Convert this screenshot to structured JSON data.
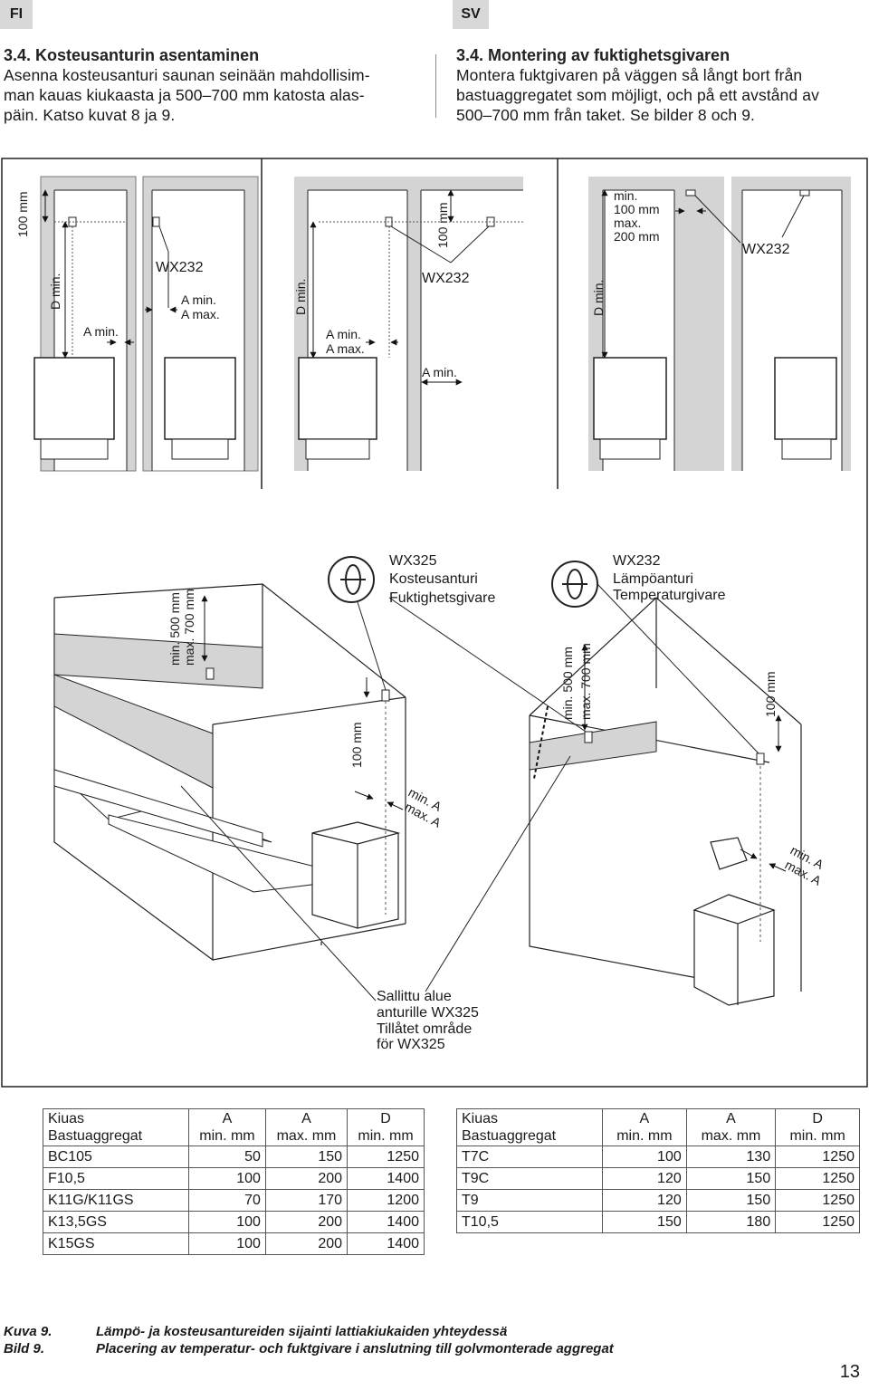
{
  "header": {
    "fi_tab": "FI",
    "sv_tab": "SV"
  },
  "fi": {
    "heading": "3.4. Kosteusanturin asentaminen",
    "lines": [
      "Asenna kosteusanturi saunan seinään mahdollisim-",
      "man kauas kiukaasta ja 500–700 mm katosta alas-",
      "päin. Katso kuvat 8 ja 9."
    ]
  },
  "sv": {
    "heading": "3.4. Montering av fuktighetsgivaren",
    "lines": [
      "Montera fuktgivaren på väggen så långt bort från",
      "bastuaggregatet som möjligt, och på ett avstånd av",
      "500–700 mm från taket. Se bilder 8 och 9."
    ]
  },
  "diagram_top": {
    "p1": {
      "dim_100": "100 mm",
      "d_min": "D min.",
      "a_min": "A min.",
      "sensor": "WX232",
      "a_min2": "A min.",
      "a_max2": "A max."
    },
    "p2": {
      "d_min": "D min.",
      "a_min": "A min.",
      "a_max": "A max.",
      "dim_100": "100 mm",
      "sensor": "WX232",
      "a_min2": "A min."
    },
    "p3": {
      "d_min": "D min.",
      "min_label": "min.",
      "min_val": "100 mm",
      "max_label": "max.",
      "max_val": "200 mm",
      "sensor": "WX232"
    }
  },
  "diagram_bottom": {
    "left_dim_min": "min. 500 mm",
    "left_dim_max": "max. 700 mm",
    "wx325_lines": [
      "WX325",
      "Kosteusanturi",
      "Fuktighetsgivare"
    ],
    "wx232_lines": [
      "WX232",
      "Lämpöanturi",
      "Temperaturgivare"
    ],
    "dim_100_left": "100 mm",
    "left_min_a": "min. A",
    "left_max_a": "max. A",
    "right_dim_min": "min. 500 mm",
    "right_dim_max": "max. 700 mm",
    "dim_100_right": "100 mm",
    "right_min_a": "min. A",
    "right_max_a": "max. A",
    "allowed_lines": [
      "Sallittu alue",
      "anturille WX325",
      "Tillåtet område",
      "för WX325"
    ]
  },
  "table_left": {
    "headers": [
      [
        "Kiuas",
        "Bastuaggregat"
      ],
      [
        "A",
        "min. mm"
      ],
      [
        "A",
        "max. mm"
      ],
      [
        "D",
        "min. mm"
      ]
    ],
    "rows": [
      [
        "BC105",
        "50",
        "150",
        "1250"
      ],
      [
        "F10,5",
        "100",
        "200",
        "1400"
      ],
      [
        "K11G/K11GS",
        "70",
        "170",
        "1200"
      ],
      [
        "K13,5GS",
        "100",
        "200",
        "1400"
      ],
      [
        "K15GS",
        "100",
        "200",
        "1400"
      ]
    ]
  },
  "table_right": {
    "headers": [
      [
        "Kiuas",
        "Bastuaggregat"
      ],
      [
        "A",
        "min. mm"
      ],
      [
        "A",
        "max. mm"
      ],
      [
        "D",
        "min. mm"
      ]
    ],
    "rows": [
      [
        "T7C",
        "100",
        "130",
        "1250"
      ],
      [
        "T9C",
        "120",
        "150",
        "1250"
      ],
      [
        "T9",
        "120",
        "150",
        "1250"
      ],
      [
        "T10,5",
        "150",
        "180",
        "1250"
      ]
    ]
  },
  "captions": {
    "fi_num": "Kuva 9.",
    "fi_text": "Lämpö- ja kosteusantureiden sijainti lattiakiukaiden yhteydessä",
    "sv_num": "Bild 9.",
    "sv_text": "Placering av temperatur- och fuktgivare i anslutning till golvmonterade aggregat"
  },
  "page_number": "13"
}
